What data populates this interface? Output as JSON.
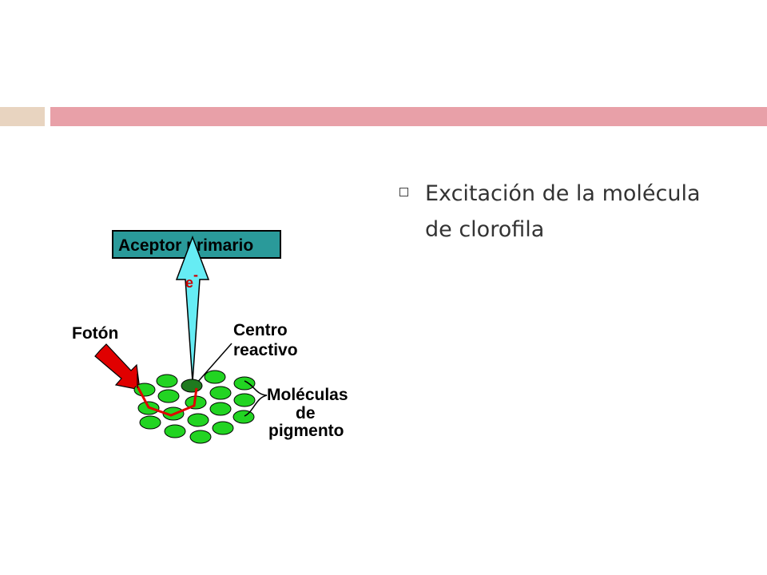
{
  "slide": {
    "bullet_text": "Excitación de la molécula de clorofila"
  },
  "diagram": {
    "acceptor_label": "Aceptor primario",
    "electron_label": "e",
    "electron_charge": "-",
    "photon_label": "Fotón",
    "reaction_center_line1": "Centro",
    "reaction_center_line2": "reactivo",
    "pigment_line1": "Moléculas",
    "pigment_line2": "de",
    "pigment_line3": "pigmento"
  },
  "colors": {
    "band_left": "#e8d4c0",
    "band_right": "#e8a0a8",
    "acceptor_box": "#2a9a9a",
    "electron_arrow": "#66ecf4",
    "photon_arrow": "#e00000",
    "electron_path": "#e00000",
    "pigment": "#22d422",
    "reaction_center": "#1f7a1f"
  }
}
